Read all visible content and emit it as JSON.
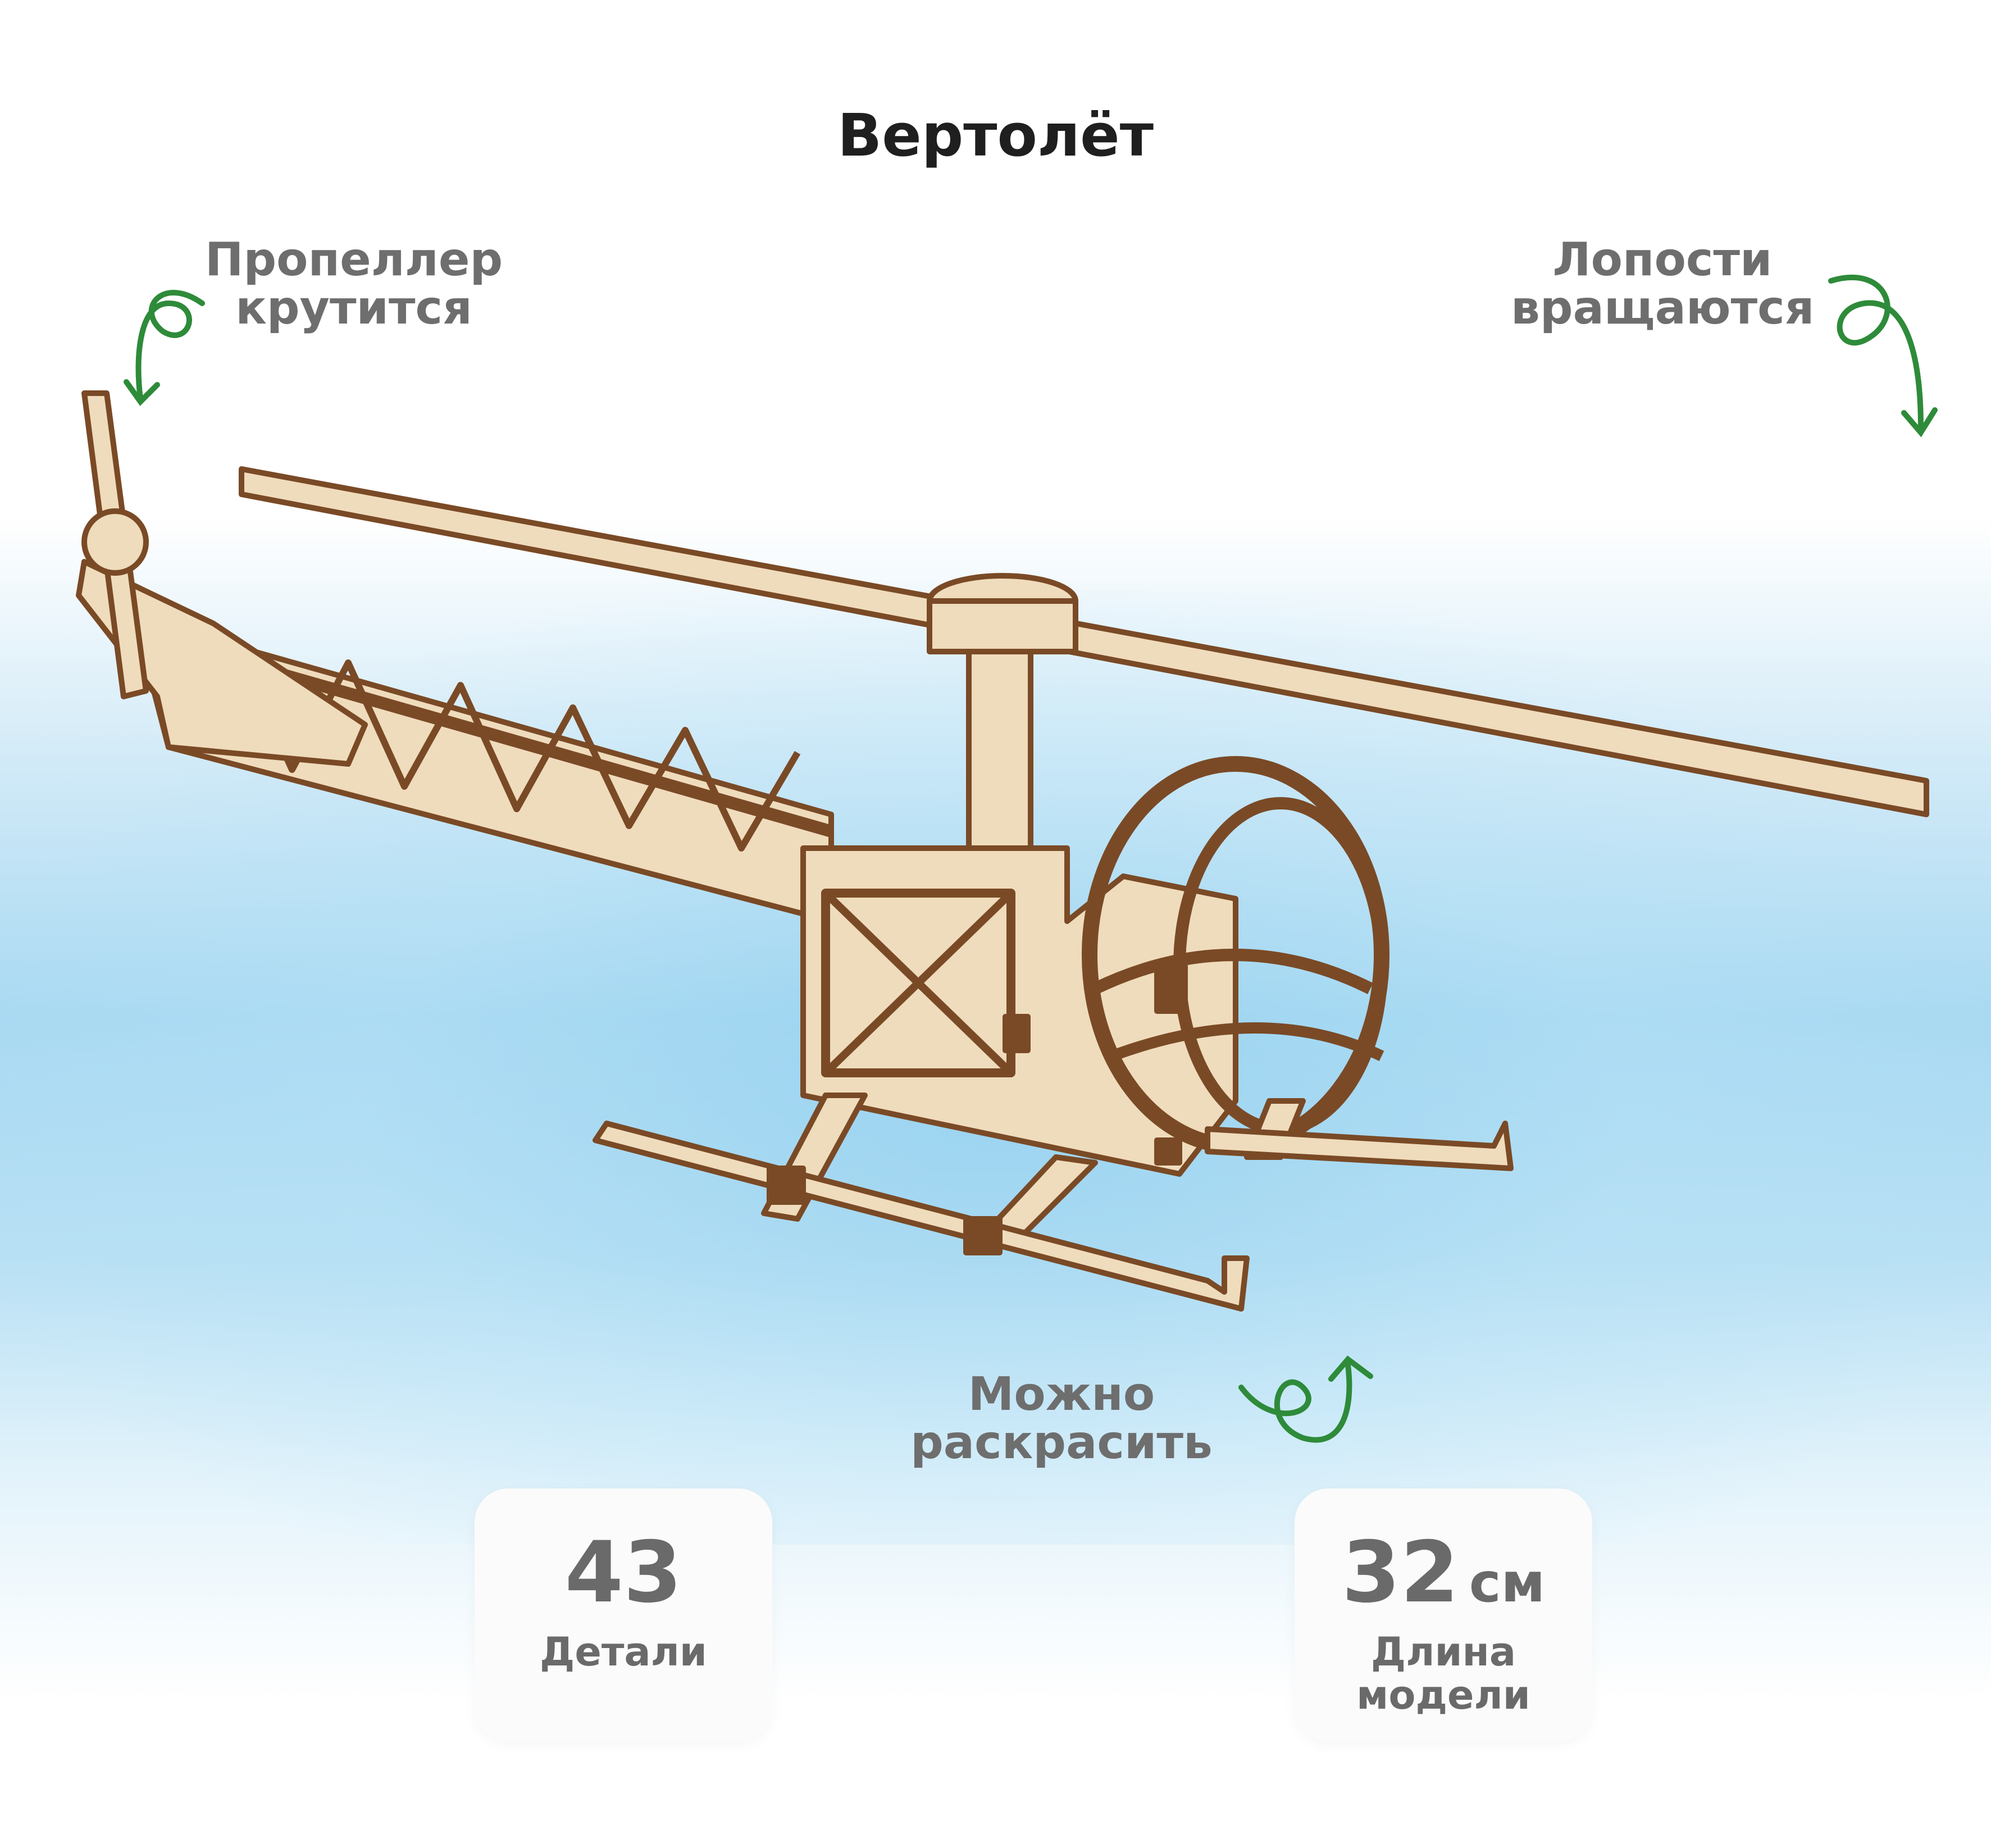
{
  "title": "Вертолёт",
  "features": {
    "propeller": [
      "Пропеллер",
      "крутится"
    ],
    "blades": [
      "Лопости",
      "вращаются"
    ],
    "paint": [
      "Можно",
      "раскрасить"
    ]
  },
  "specs": {
    "parts": {
      "value": "43",
      "caption": "Детали"
    },
    "length": {
      "value": "32",
      "unit": "см",
      "caption": [
        "Длина",
        "модели"
      ]
    }
  },
  "colors": {
    "arrow": "#2e8b3a",
    "wood": "#efdcbc",
    "wood_edge": "#7a4a26"
  }
}
